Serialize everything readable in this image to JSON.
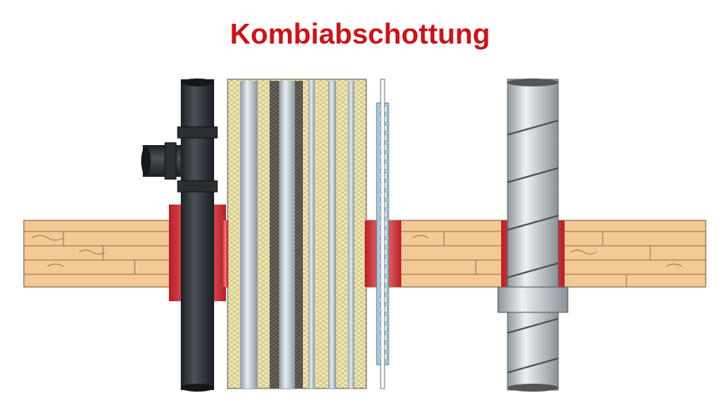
{
  "title": "Kombiabschottung",
  "colors": {
    "title": "#c8141c",
    "wood": "#f3c996",
    "fire_collar": "#d9333b",
    "plastic_pipe": "#2e3338",
    "steel_pipe": "#c9ced3",
    "insulation": "#efe6b0",
    "cable": "#bcc8d0",
    "dark_insulation": "#5f5a52"
  },
  "elements": [
    "plastic-tee-pipe",
    "cable-bundle",
    "cable-tray",
    "spiral-steel-pipe",
    "wooden-floor-slab"
  ]
}
